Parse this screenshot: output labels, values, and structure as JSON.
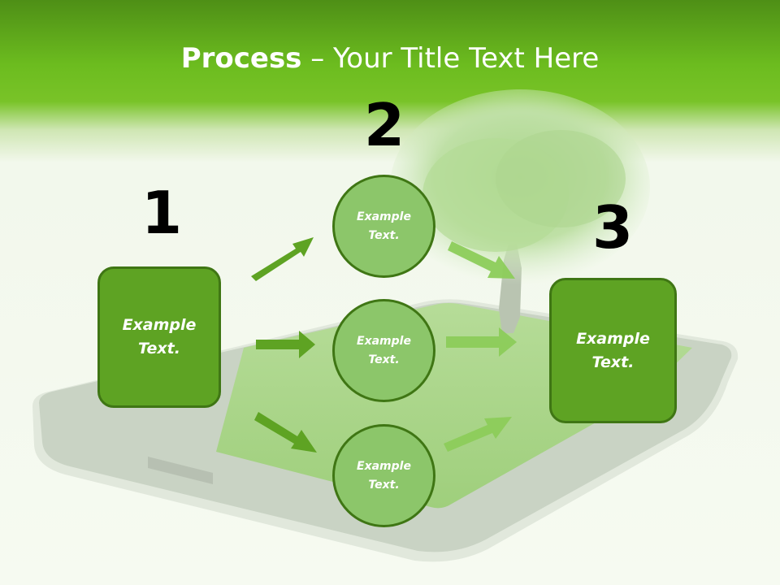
{
  "slide": {
    "title_bold": "Process",
    "title_rest": " – Your Title Text Here"
  },
  "steps": [
    {
      "number": "1",
      "line1": "Example",
      "line2": "Text."
    },
    {
      "number": "2"
    },
    {
      "number": "3",
      "line1": "Example",
      "line2": "Text."
    }
  ],
  "circles": [
    {
      "line1": "Example",
      "line2": "Text."
    },
    {
      "line1": "Example",
      "line2": "Text."
    },
    {
      "line1": "Example",
      "line2": "Text."
    }
  ],
  "colors": {
    "header_green": "#6cbc1f",
    "box_fill": "#5ea323",
    "box_border": "#3f7614",
    "circle_fill": "#8cc66a",
    "arrow_dark": "#5ea323",
    "arrow_light": "#8ccc5a"
  }
}
